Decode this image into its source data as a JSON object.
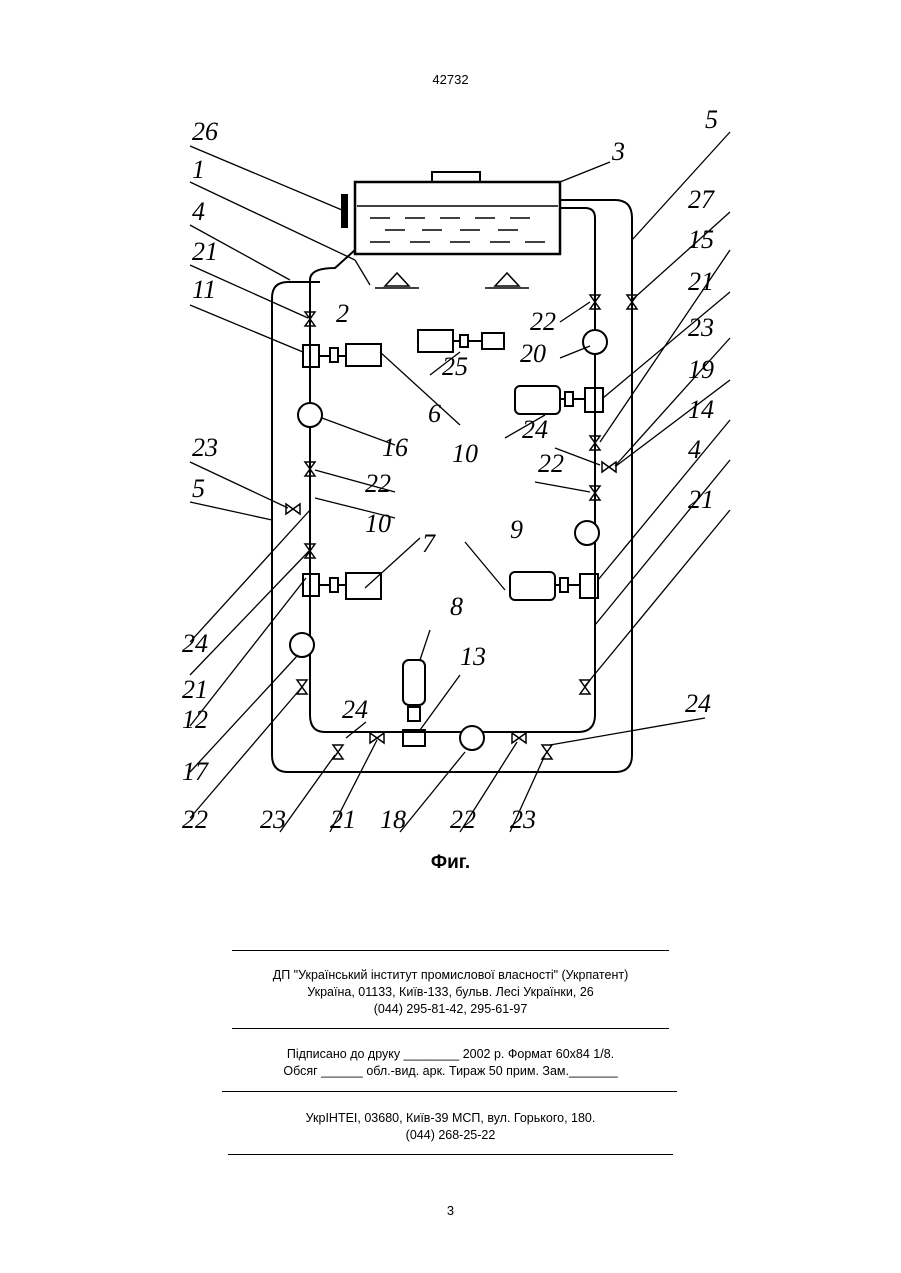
{
  "header": {
    "doc_number": "42732"
  },
  "figure": {
    "caption": "Фиг.",
    "labels": [
      "26",
      "1",
      "4",
      "21",
      "11",
      "2",
      "3",
      "5",
      "27",
      "15",
      "21",
      "23",
      "19",
      "14",
      "4",
      "21",
      "22",
      "20",
      "25",
      "6",
      "16",
      "22",
      "10",
      "23",
      "5",
      "10",
      "24",
      "22",
      "9",
      "7",
      "24",
      "21",
      "12",
      "17",
      "22",
      "8",
      "13",
      "24",
      "23",
      "21",
      "18",
      "22",
      "23",
      "24"
    ]
  },
  "imprint": {
    "publisher": [
      "ДП \"Український інститут промислової власності\" (Укрпатент)",
      "Україна, 01133, Київ-133, бульв. Лесі Українки, 26",
      "(044) 295-81-42, 295-61-97"
    ],
    "print_info": [
      "Підписано до друку ________ 2002 р.    Формат 60х84 1/8.",
      "Обсяг ______ обл.-вид. арк.   Тираж 50 прим.    Зам._______"
    ],
    "printer": [
      "УкрІНТЕІ, 03680, Київ-39 МСП, вул. Горького, 180.",
      "(044) 268-25-22"
    ]
  },
  "footer": {
    "page_number": "3"
  }
}
